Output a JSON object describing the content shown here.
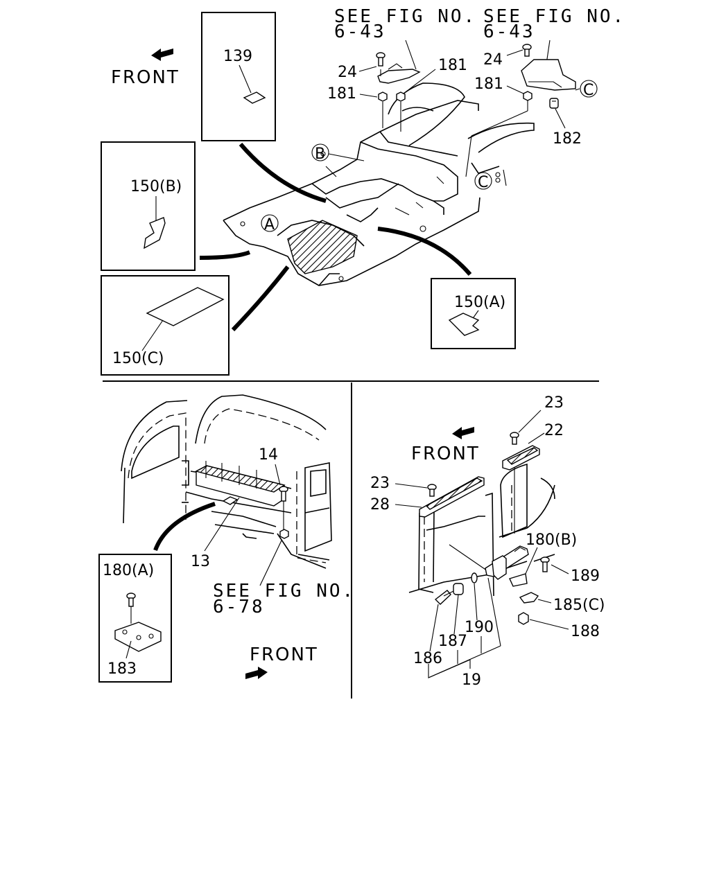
{
  "labels": {
    "front_top": "FRONT",
    "front_mid": "FRONT",
    "front_bottom": "FRONT",
    "see_fig_1_line1": "SEE FIG NO.",
    "see_fig_1_line2": "6-43",
    "see_fig_2_line1": "SEE FIG NO.",
    "see_fig_2_line2": "6-43",
    "see_fig_3_line1": "SEE FIG NO.",
    "see_fig_3_line2": "6-78",
    "callout_a": "A",
    "callout_b": "B",
    "callout_c_top": "C",
    "callout_c_mid": "C",
    "p139": "139",
    "p150b": "150(B)",
    "p150c": "150(C)",
    "p150a": "150(A)",
    "p24_left": "24",
    "p24_right": "24",
    "p181_left": "181",
    "p181_mid": "181",
    "p181_right": "181",
    "p182": "182",
    "p14": "14",
    "p13": "13",
    "p180a": "180(A)",
    "p183": "183",
    "p23_top": "23",
    "p22": "22",
    "p23_left": "23",
    "p28": "28",
    "p180b": "180(B)",
    "p189": "189",
    "p185c": "185(C)",
    "p188": "188",
    "p186": "186",
    "p187": "187",
    "p190": "190",
    "p19": "19"
  },
  "icons": {
    "front_arrow": "arrow-icon",
    "bolt": "bolt-icon",
    "nut": "nut-icon"
  }
}
